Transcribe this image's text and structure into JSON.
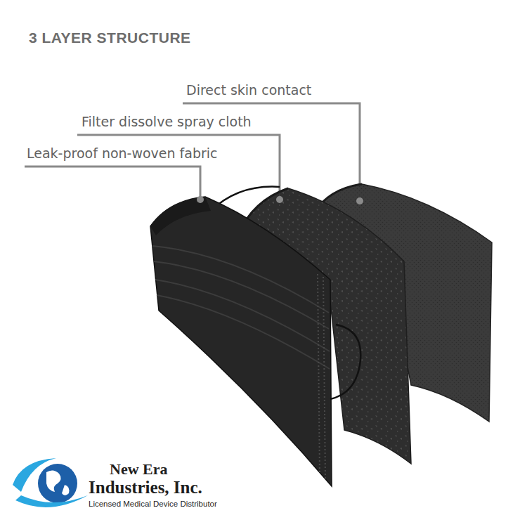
{
  "diagram": {
    "title": "3 LAYER STRUCTURE",
    "labels": [
      "Direct skin contact",
      "Filter dissolve spray cloth",
      "Leak-proof non-woven fabric",
      "New Era",
      "Industries, Inc.",
      "Licensed Medical Device Distributor"
    ]
  }
}
